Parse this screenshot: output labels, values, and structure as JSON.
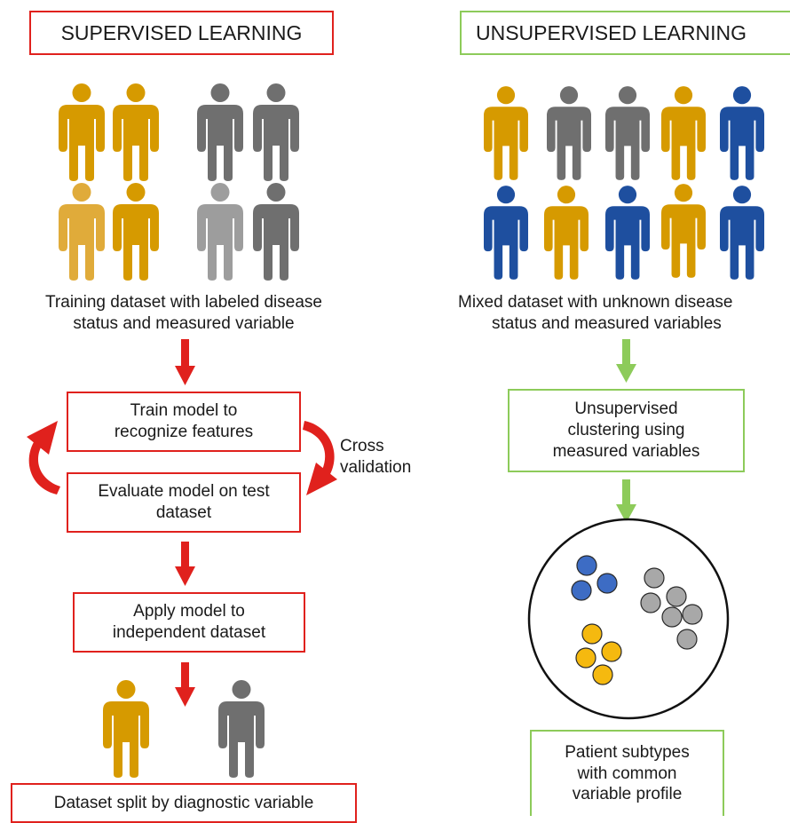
{
  "supervised": {
    "title": "SUPERVISED LEARNING",
    "caption_line1": "Training dataset with labeled disease",
    "caption_line2": "status and measured variable",
    "step_train": "Train model to recognize features",
    "step_evaluate": "Evaluate model on test dataset",
    "cross_validation_line1": "Cross",
    "cross_validation_line2": "validation",
    "step_apply": "Apply model to independent dataset",
    "result": "Dataset split by diagnostic variable"
  },
  "unsupervised": {
    "title": "UNSUPERVISED LEARNING",
    "caption_line1": "Mixed dataset with unknown disease",
    "caption_line2": "status and measured variables",
    "step_cluster": "Unsupervised clustering using measured variables",
    "result": "Patient subtypes with common variable profile"
  },
  "colors": {
    "supervised_accent": "#e0211d",
    "unsupervised_accent": "#8dcb5a",
    "person_orange": "#d69a00",
    "person_light_orange": "#e0ab3a",
    "person_gray": "#6f6f6f",
    "person_light_gray": "#9d9d9d",
    "person_blue": "#1e4f9f",
    "cluster_blue": "#3d6cc4",
    "cluster_gray": "#a8a8a8",
    "cluster_yellow": "#f5b90f"
  }
}
